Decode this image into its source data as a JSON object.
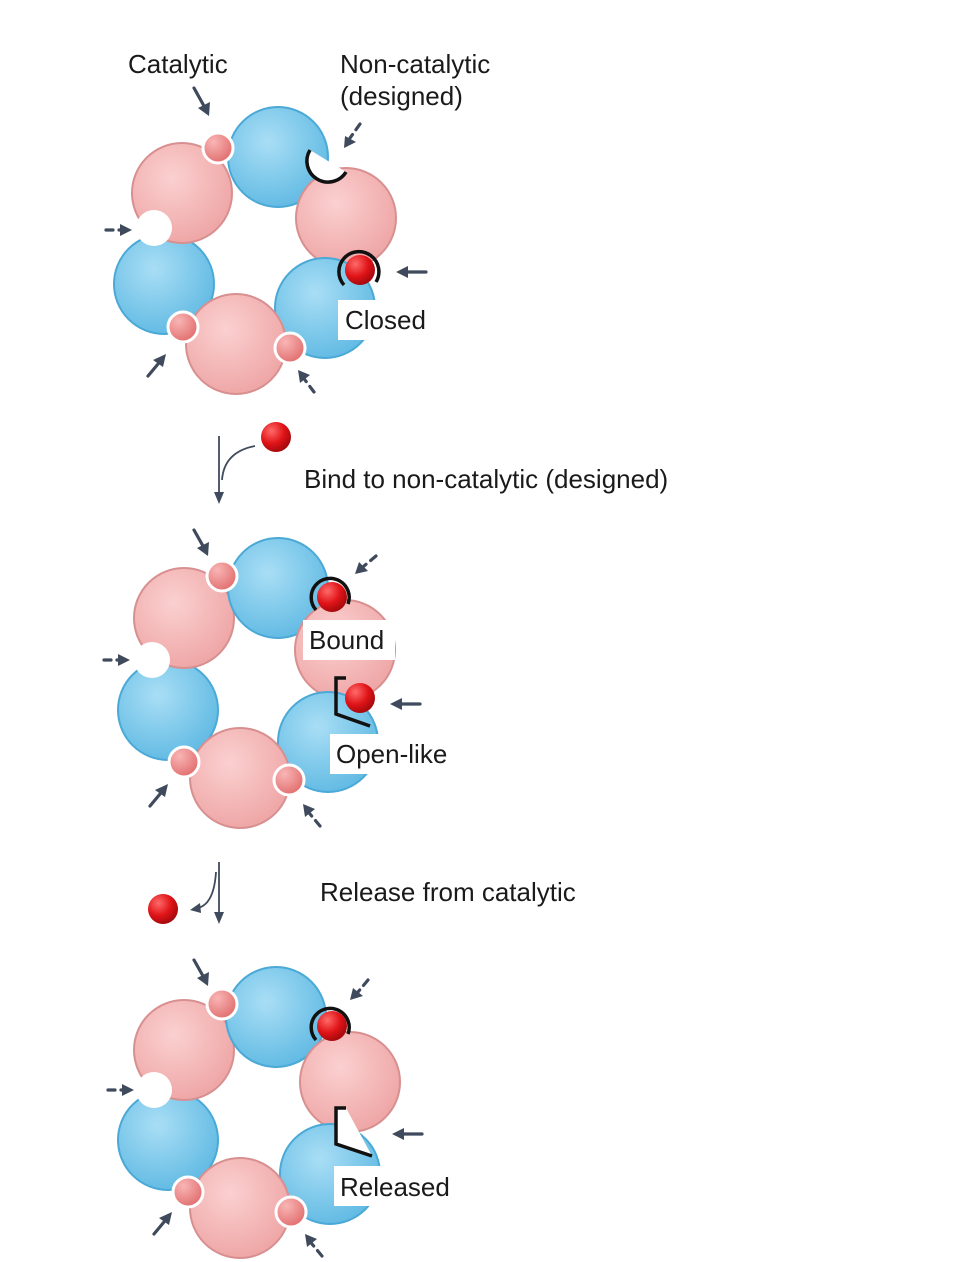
{
  "labels": {
    "catalytic": "Catalytic",
    "noncatalytic_line1": "Non-catalytic",
    "noncatalytic_line2": "(designed)",
    "closed": "Closed",
    "bind_step": "Bind to non-catalytic (designed)",
    "bound": "Bound",
    "open_like": "Open-like",
    "release_step": "Release from catalytic",
    "released": "Released"
  },
  "colors": {
    "blue_subunit": "#79c8ea",
    "pink_subunit": "#f4b3b3",
    "ligand_bound": "#e8141c",
    "ligand_site_empty": "#ee8a8a",
    "arrow": "#3f4a5c",
    "outline": "#1a1a1a"
  },
  "states": [
    "closed",
    "open-like",
    "released"
  ]
}
